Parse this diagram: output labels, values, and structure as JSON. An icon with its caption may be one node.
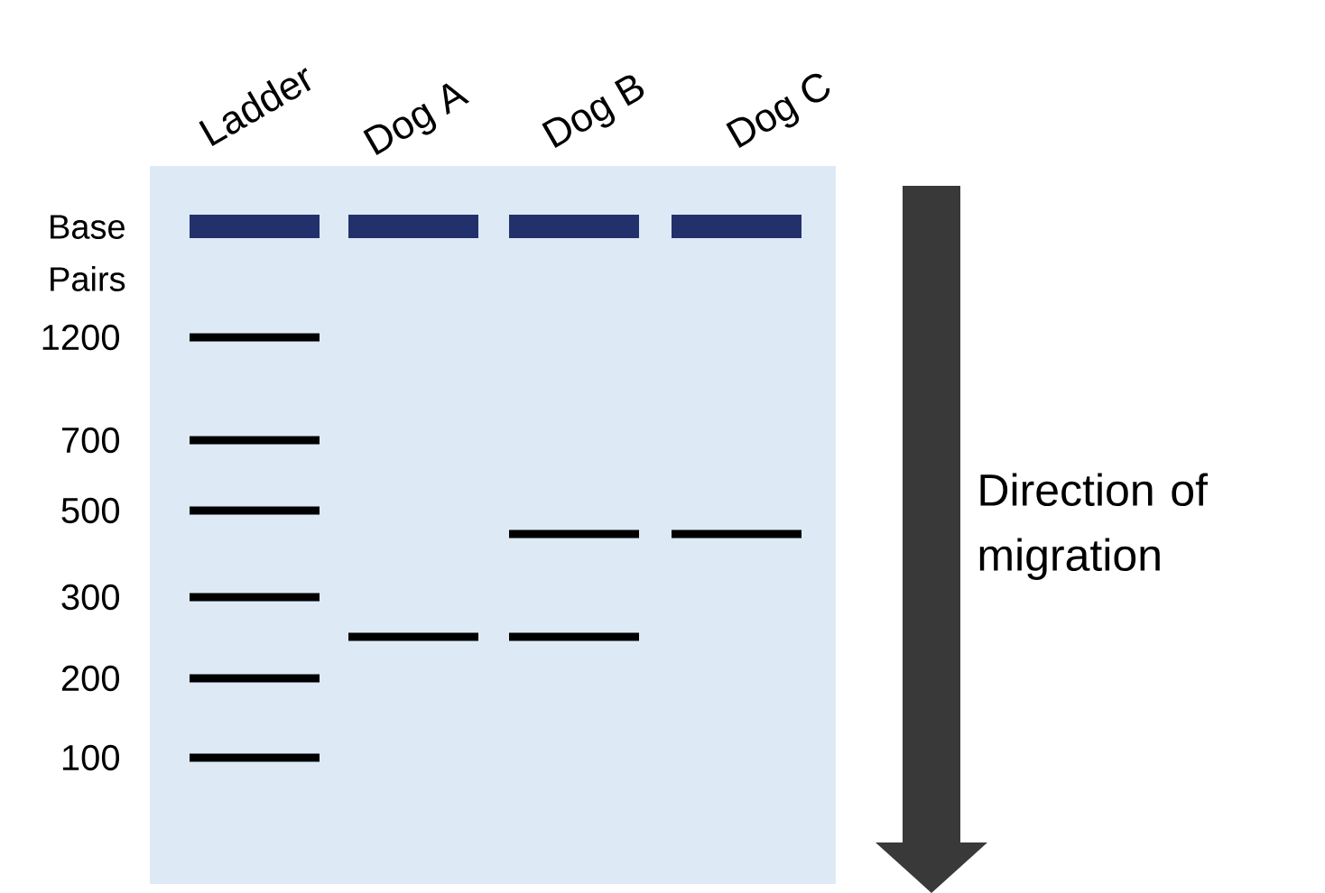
{
  "diagram": {
    "labels": [
      "Ladder",
      "Dog A",
      "Dog B",
      "Dog C",
      "Base Pairs",
      "1200",
      "700",
      "500",
      "300",
      "200",
      "100",
      "Direction of migration"
    ]
  }
}
